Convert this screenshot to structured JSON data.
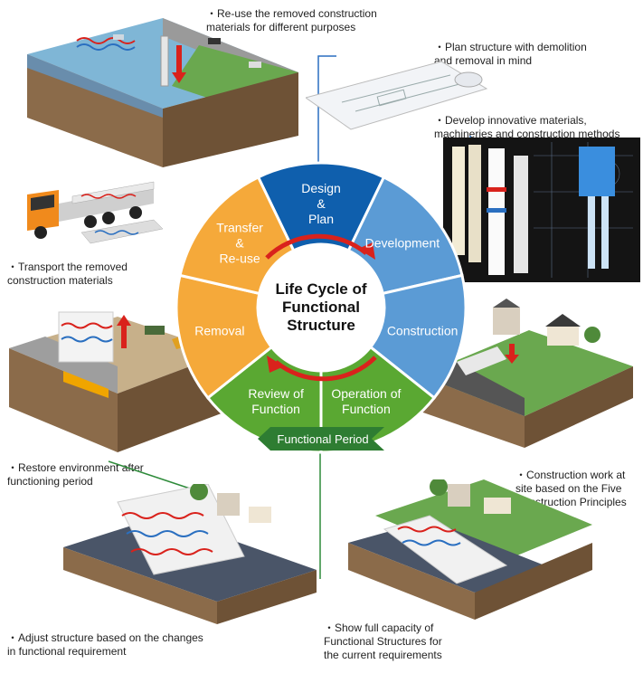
{
  "center": {
    "line1": "Life Cycle of",
    "line2": "Functional",
    "line3": "Structure"
  },
  "segments": [
    {
      "id": "design",
      "lines": [
        "Design",
        "&",
        "Plan"
      ],
      "color": "#0f5fad"
    },
    {
      "id": "development",
      "lines": [
        "Development"
      ],
      "color": "#5b9bd5"
    },
    {
      "id": "construction",
      "lines": [
        "Construction"
      ],
      "color": "#5b9bd5"
    },
    {
      "id": "operation",
      "lines": [
        "Operation of",
        "Function"
      ],
      "color": "#5aa832"
    },
    {
      "id": "review",
      "lines": [
        "Review of",
        "Function"
      ],
      "color": "#5aa832"
    },
    {
      "id": "removal",
      "lines": [
        "Removal"
      ],
      "color": "#f5a93a"
    },
    {
      "id": "transfer",
      "lines": [
        "Transfer",
        "&",
        "Re-use"
      ],
      "color": "#f5a93a"
    }
  ],
  "functional_period": "Functional Period",
  "captions": {
    "reuse": "・Re-use the removed construction\n  materials for different purposes",
    "plan": "・Plan structure with demolition\n  and removal in mind",
    "develop": "・Develop innovative materials,\n  machineries and construction methods",
    "transport": "・Transport the removed\n  construction materials",
    "restore": "・Restore environment after\n  functioning period",
    "construction_work": "・Construction work at\n  site based on the Five\n  Construction Principles",
    "adjust": "・Adjust structure based on the changes\n  in functional requirement",
    "show": "・Show full capacity of\n  Functional Structures for\n  the current requirements"
  },
  "colors": {
    "blue_dark": "#0f5fad",
    "blue_light": "#5b9bd5",
    "green": "#5aa832",
    "orange": "#f5a93a",
    "arrow_red": "#d9221c",
    "banner_green": "#2e7d32"
  }
}
